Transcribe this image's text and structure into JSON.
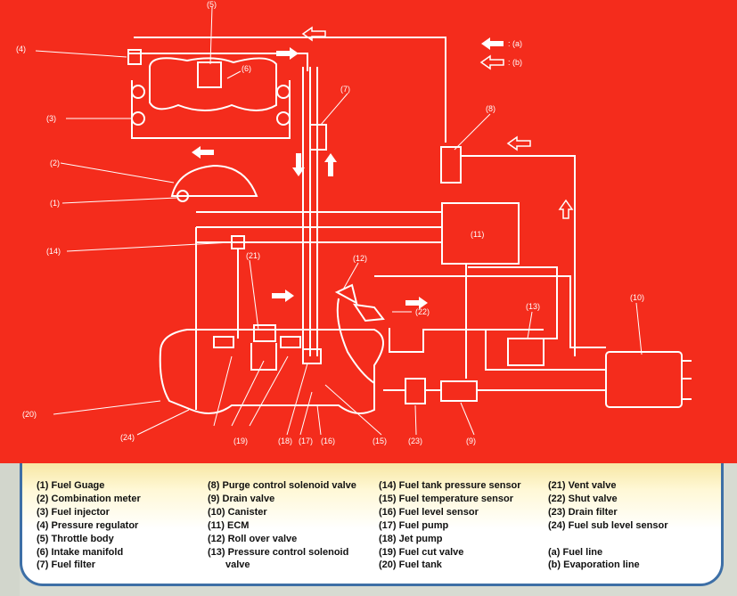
{
  "colors": {
    "background": "#f42c1c",
    "line": "#ffffff",
    "panel_border": "#3d6fa6",
    "legend_text": "#111111"
  },
  "callouts": [
    {
      "id": "1",
      "text": "(1)"
    },
    {
      "id": "2",
      "text": "(2)"
    },
    {
      "id": "3",
      "text": "(3)"
    },
    {
      "id": "4",
      "text": "(4)"
    },
    {
      "id": "5",
      "text": "(5)"
    },
    {
      "id": "6",
      "text": "(6)"
    },
    {
      "id": "7",
      "text": "(7)"
    },
    {
      "id": "8",
      "text": "(8)"
    },
    {
      "id": "9",
      "text": "(9)"
    },
    {
      "id": "10",
      "text": "(10)"
    },
    {
      "id": "11",
      "text": "(11)"
    },
    {
      "id": "12",
      "text": "(12)"
    },
    {
      "id": "13",
      "text": "(13)"
    },
    {
      "id": "14",
      "text": "(14)"
    },
    {
      "id": "15",
      "text": "(15)"
    },
    {
      "id": "16",
      "text": "(16)"
    },
    {
      "id": "17",
      "text": "(17)"
    },
    {
      "id": "18",
      "text": "(18)"
    },
    {
      "id": "19",
      "text": "(19)"
    },
    {
      "id": "20",
      "text": "(20)"
    },
    {
      "id": "21",
      "text": "(21)"
    },
    {
      "id": "22",
      "text": "(22)"
    },
    {
      "id": "23",
      "text": "(23)"
    },
    {
      "id": "24",
      "text": "(24)"
    }
  ],
  "arrow_key": {
    "a": ": (a)",
    "b": ": (b)"
  },
  "legend": {
    "col1": [
      "(1) Fuel Guage",
      "(2) Combination meter",
      "(3) Fuel injector",
      "(4) Pressure regulator",
      "(5) Throttle body",
      "(6) Intake manifold",
      "(7) Fuel filter"
    ],
    "col2": [
      "(8) Purge control solenoid valve",
      "(9) Drain valve",
      "(10) Canister",
      "(11) ECM",
      "(12) Roll over valve",
      "(13) Pressure control solenoid",
      "valve"
    ],
    "col3": [
      "(14) Fuel tank pressure sensor",
      "(15) Fuel temperature sensor",
      "(16) Fuel level sensor",
      "(17) Fuel pump",
      "(18) Jet pump",
      "(19) Fuel cut valve",
      "(20) Fuel tank"
    ],
    "col4": [
      "(21) Vent valve",
      "(22) Shut valve",
      "(23) Drain filter",
      "(24) Fuel sub level sensor",
      "",
      "(a) Fuel line",
      "(b) Evaporation line"
    ]
  }
}
